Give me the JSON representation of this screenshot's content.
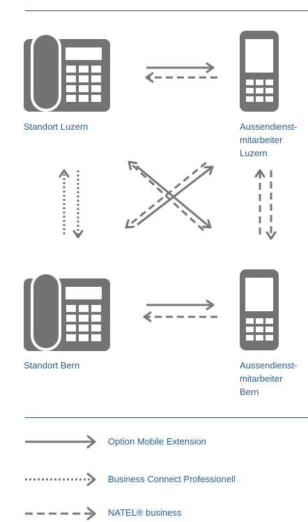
{
  "nodes": {
    "luzern_desk": {
      "label": "Standort Luzern",
      "icon": "desk-phone-icon"
    },
    "luzern_mobile": {
      "label": "Aussendienst-\nmitarbeiter\nLuzern",
      "icon": "mobile-phone-icon"
    },
    "bern_desk": {
      "label": "Standort Bern",
      "icon": "desk-phone-icon"
    },
    "bern_mobile": {
      "label": "Aussendienst-\nmitarbeiter\nBern",
      "icon": "mobile-phone-icon"
    }
  },
  "legend": [
    {
      "style": "solid",
      "label": "Option Mobile Extension"
    },
    {
      "style": "dotted",
      "label": "Business Connect Professionell"
    },
    {
      "style": "dashed",
      "label": "NATEL® business"
    }
  ],
  "colors": {
    "icon": "#737373",
    "arrow": "#777777",
    "label": "#2a5c96",
    "rule": "#1f4e79"
  }
}
